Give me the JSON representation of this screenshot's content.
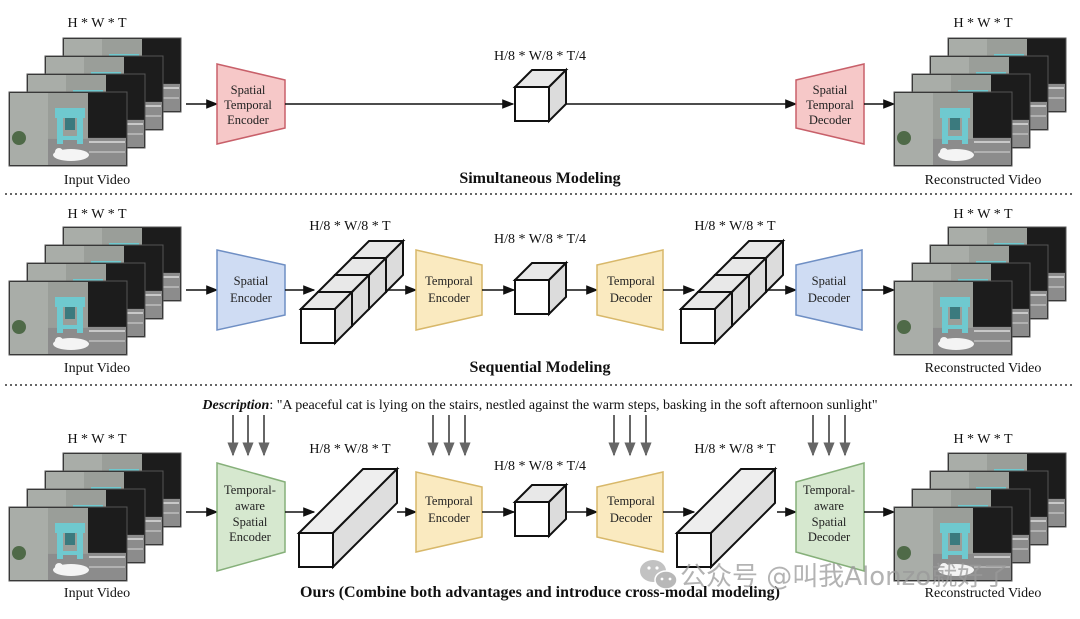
{
  "colors": {
    "spatiotemporal_fill": "#f6c8c8",
    "spatiotemporal_stroke": "#c8606a",
    "spatial_fill": "#cfdcf3",
    "spatial_stroke": "#6f8fc4",
    "temporal_fill": "#faeac0",
    "temporal_stroke": "#d8b86a",
    "crossmodal_fill": "#d6e8cf",
    "crossmodal_stroke": "#86b07a",
    "arrow": "#111111",
    "text_arrow": "#666666",
    "separator": "#333333"
  },
  "rows": [
    {
      "id": "simultaneous",
      "title": "Simultaneous Modeling",
      "input_dims": "H * W * T",
      "input_label": "Input Video",
      "output_dims": "H * W * T",
      "output_label": "Reconstructed Video",
      "encoder": [
        "Spatial",
        "Temporal",
        "Encoder"
      ],
      "latent_dims": "H/8 * W/8 * T/4",
      "decoder": [
        "Spatial",
        "Temporal",
        "Decoder"
      ]
    },
    {
      "id": "sequential",
      "title": "Sequential Modeling",
      "input_dims": "H * W * T",
      "input_label": "Input Video",
      "output_dims": "H * W * T",
      "output_label": "Reconstructed Video",
      "spatial_encoder": [
        "Spatial",
        "Encoder"
      ],
      "mid_dims_left": "H/8 * W/8 * T",
      "temporal_encoder": [
        "Temporal",
        "Encoder"
      ],
      "latent_dims": "H/8 * W/8 * T/4",
      "temporal_decoder": [
        "Temporal",
        "Decoder"
      ],
      "mid_dims_right": "H/8 * W/8 * T",
      "spatial_decoder": [
        "Spatial",
        "Decoder"
      ]
    },
    {
      "id": "ours",
      "title": "Ours (Combine both advantages and introduce cross-modal modeling)",
      "description_label": "Description",
      "description_text": ": \"A peaceful cat is lying on the stairs, nestled against the warm steps, basking in the soft afternoon sunlight\"",
      "input_dims": "H * W * T",
      "input_label": "Input Video",
      "output_dims": "H * W * T",
      "output_label": "Reconstructed Video",
      "spatial_encoder": [
        "Temporal-",
        "aware",
        "Spatial",
        "Encoder"
      ],
      "mid_dims_left": "H/8 * W/8 * T",
      "temporal_encoder": [
        "Temporal",
        "Encoder"
      ],
      "latent_dims": "H/8 * W/8 * T/4",
      "temporal_decoder": [
        "Temporal",
        "Decoder"
      ],
      "mid_dims_right": "H/8 * W/8 * T",
      "spatial_decoder": [
        "Temporal-",
        "aware",
        "Spatial",
        "Decoder"
      ]
    }
  ],
  "watermark": "公众号 @叫我Alonzo就好了"
}
